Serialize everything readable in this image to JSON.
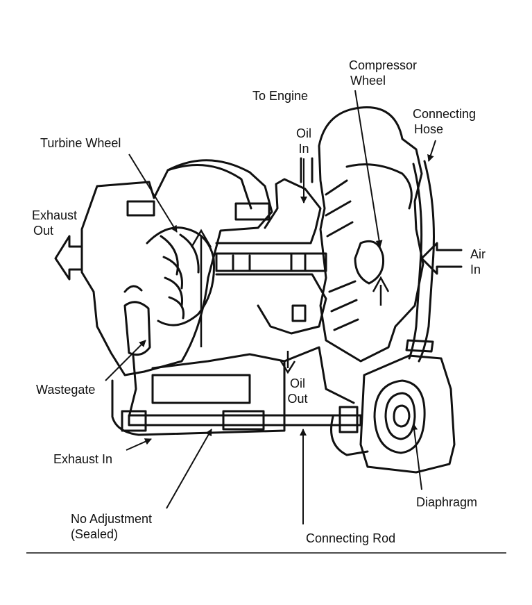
{
  "labels": {
    "compressor_wheel": [
      "Compressor",
      "Wheel"
    ],
    "to_engine": "To Engine",
    "connecting_hose": [
      "Connecting",
      "Hose"
    ],
    "turbine_wheel": "Turbine Wheel",
    "oil_in": [
      "Oil",
      "In"
    ],
    "exhaust_out": [
      "Exhaust",
      "Out"
    ],
    "air_in": [
      "Air",
      "In"
    ],
    "wastegate": "Wastegate",
    "oil_out": [
      "Oil",
      "Out"
    ],
    "exhaust_in": "Exhaust In",
    "diaphragm": "Diaphragm",
    "no_adjustment": [
      "No Adjustment",
      "(Sealed)"
    ],
    "connecting_rod": "Connecting Rod"
  },
  "colors": {
    "ink": "#111111",
    "paper": "#ffffff"
  }
}
